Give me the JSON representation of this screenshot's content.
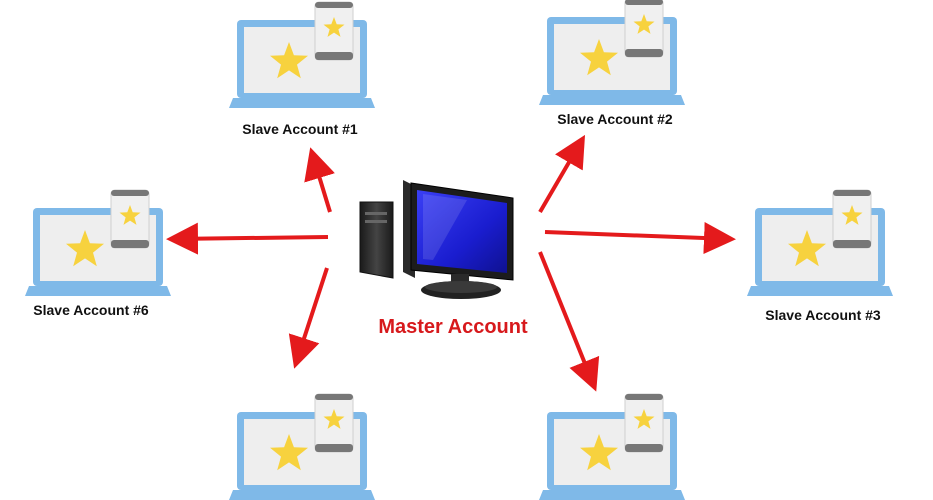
{
  "master": {
    "label": "Master Account",
    "icon": "desktop-computer-icon"
  },
  "slaves": [
    {
      "id": 1,
      "label": "Slave Account #1",
      "icon": "laptop-phone-star-icon"
    },
    {
      "id": 2,
      "label": "Slave Account #2",
      "icon": "laptop-phone-star-icon"
    },
    {
      "id": 3,
      "label": "Slave Account #3",
      "icon": "laptop-phone-star-icon"
    },
    {
      "id": 4,
      "label": "",
      "icon": "laptop-phone-star-icon"
    },
    {
      "id": 5,
      "label": "",
      "icon": "laptop-phone-star-icon"
    },
    {
      "id": 6,
      "label": "Slave Account #6",
      "icon": "laptop-phone-star-icon"
    }
  ],
  "colors": {
    "arrow": "#e41a1c",
    "master_label": "#d7191c",
    "laptop_frame": "#7fb9e8",
    "laptop_screen": "#eeeeee",
    "star": "#f7d23e",
    "phone_body": "#f0f0f0",
    "phone_band": "#777777",
    "monitor_screen": "#1e22e0"
  }
}
